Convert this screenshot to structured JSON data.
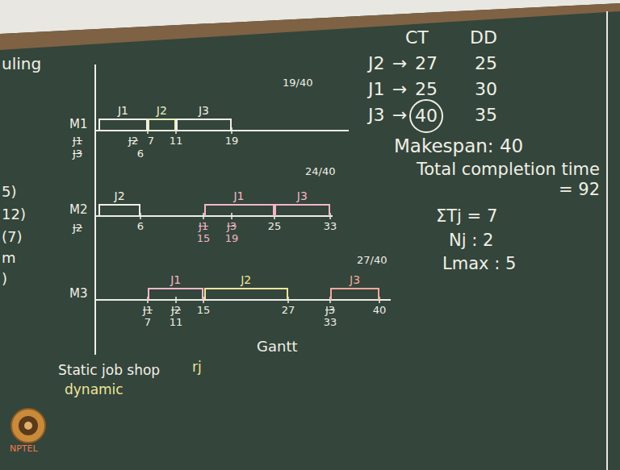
{
  "diagram": {
    "nodes": [
      {
        "text": [
          "J1"
        ]
      },
      {
        "text": [
          "J2"
        ]
      },
      {
        "text": [
          "J3"
        ]
      },
      {
        "text": [
          "J2"
        ]
      },
      {
        "text": [
          "J1"
        ]
      },
      {
        "text": [
          "J3"
        ]
      },
      {
        "text": [
          "J1"
        ]
      },
      {
        "text": [
          "J2"
        ]
      },
      {
        "text": [
          "J3"
        ]
      },
      {
        "text": [
          "40"
        ]
      }
    ],
    "labels": [
      "uling",
      "5)",
      "12)",
      "(7)",
      "m",
      ")",
      "M1",
      "J1",
      "J3",
      "J2",
      "7",
      "6",
      "11",
      "19",
      "19/40",
      "M2",
      "J2",
      "6",
      "J1",
      "15",
      "J3",
      "19",
      "25",
      "33",
      "24/40",
      "M3",
      "J1",
      "7",
      "J2",
      "11",
      "15",
      "27",
      "J3",
      "33",
      "40",
      "27/40",
      "Gantt",
      "CT",
      "DD",
      "J2",
      "→",
      "27",
      "25",
      "J1",
      "→",
      "25",
      "30",
      "J3",
      "→",
      "35",
      "Makespan: 40",
      "Total completion time = 92",
      "ΣTj = 7",
      "Nj : 2",
      "Lmax : 5",
      "Static job shop",
      "rj",
      "dynamic",
      "NPTEL"
    ]
  }
}
